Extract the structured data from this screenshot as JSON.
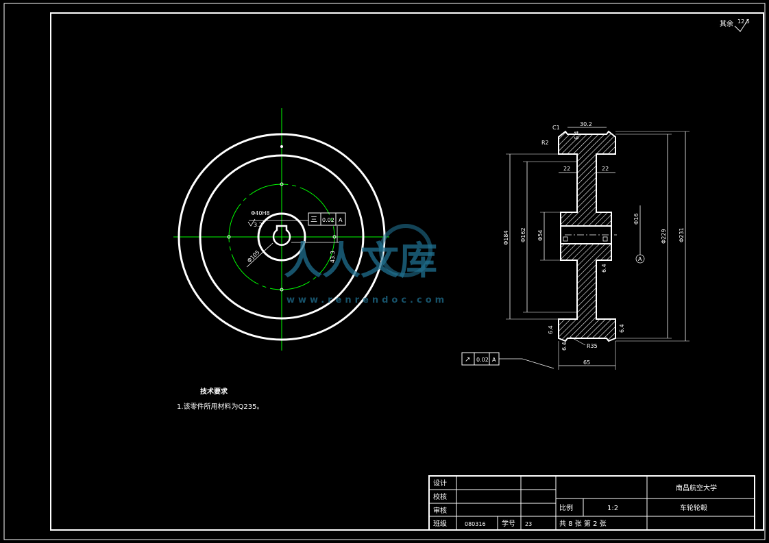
{
  "roughness_note": "其余",
  "roughness_value": "12.5",
  "front_view": {
    "dims": {
      "bore_dia": "Φ40H8",
      "keyway_depth": "43.3",
      "pcd": "Φ105",
      "roughness": "3.2"
    },
    "tolerance_frame": {
      "symbol": "三",
      "value": "0.02",
      "datum": "A"
    }
  },
  "side_view": {
    "dims": {
      "top_width": "30.2",
      "chamfer": "C1",
      "fillet_top": "R2",
      "groove_left": "22",
      "groove_right": "22",
      "dia_184": "Φ184",
      "dia_162": "Φ162",
      "dia_54": "Φ54",
      "dia_229": "Φ229",
      "dia_231": "Φ231",
      "key_dim": "Φ16",
      "rough_a": "6.4",
      "rough_b": "6.4",
      "rough_c": "6.4",
      "rough_d": "6.4",
      "rough_e": "6.4",
      "fillet_bottom": "R35",
      "width": "65",
      "datum": "A"
    },
    "runout_frame": {
      "symbol": "↗",
      "value": "0.02",
      "datum": "A"
    }
  },
  "watermark": {
    "text": "人人文库",
    "url": "www.renrendoc.com"
  },
  "tech_req": {
    "title": "技术要求",
    "line1": "1.该零件所用材料为Q235。"
  },
  "title_block": {
    "design_label": "设计",
    "check_label": "校核",
    "review_label": "审核",
    "class_label": "班级",
    "class_value": "080316",
    "student_no_label": "学号",
    "student_no_value": "23",
    "scale_label": "比例",
    "scale_value": "1:2",
    "sheets_label": "共 8 张  第 2 张",
    "school": "南昌航空大学",
    "part_name": "车轮轮毂"
  }
}
